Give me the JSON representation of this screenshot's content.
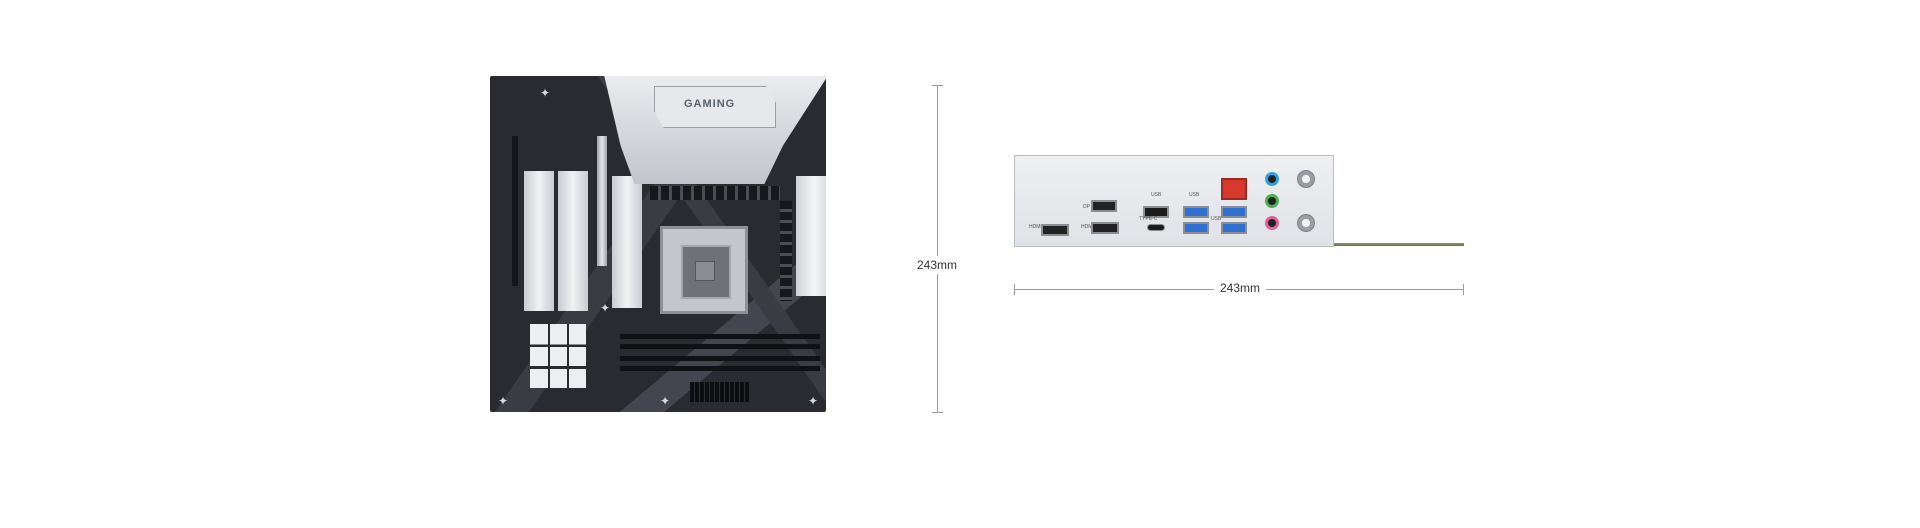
{
  "motherboard": {
    "heatsink_brand": "GAMING"
  },
  "dimensions": {
    "height_label": "243mm",
    "width_label": "243mm"
  },
  "io_shield": {
    "labels": {
      "hdmi": "HDMI",
      "dp": "DP",
      "hdmi2": "HDMI",
      "usb_a": "USB",
      "usb_b": "USB",
      "usb_c": "USB",
      "type_c": "TYPE-C"
    }
  },
  "colors": {
    "board": "#2a2b30",
    "heatsink": "#e6e8eb",
    "usb3": "#2f6fd1",
    "lan": "#d9382f",
    "dimension_line": "#9a9a9a"
  }
}
